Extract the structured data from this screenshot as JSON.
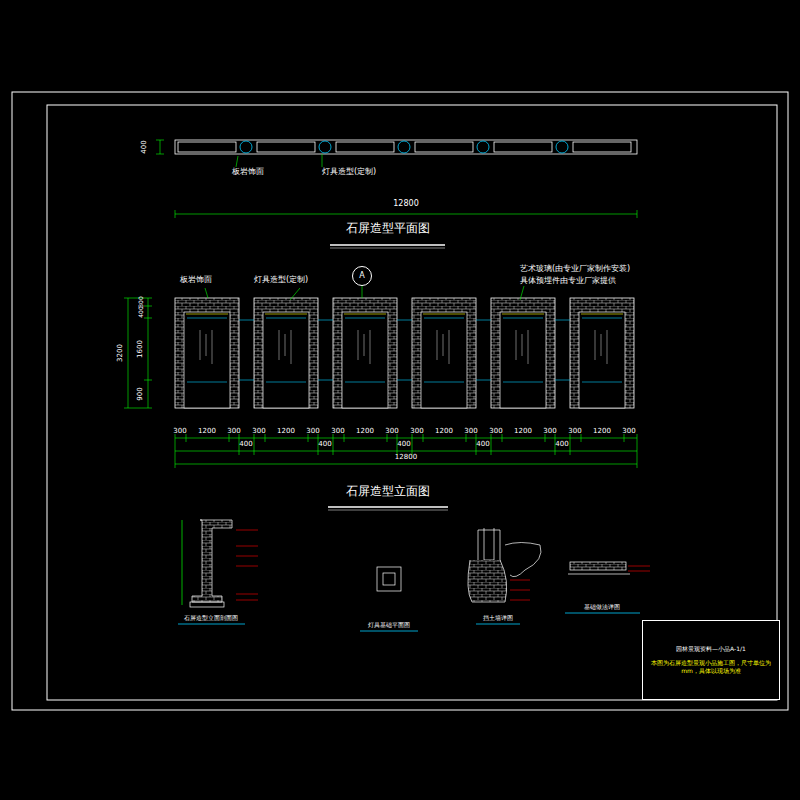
{
  "diagram": {
    "title": "石屏造型立面图",
    "nodes": [
      {
        "text": [
          "A"
        ]
      },
      {
        "text": [
          "园林景观资料—小品A-1/1",
          "本图为石屏造型景观小品施工图，尺寸单位为mm，具体以现场为准"
        ]
      }
    ],
    "labels": [
      "400",
      "板岩饰面",
      "灯具造型(定制)",
      "12800",
      "石屏造型平面图",
      "板岩饰面",
      "灯具造型(定制)",
      "艺术玻璃(由专业厂家制作安装)",
      "具体预埋件由专业厂家提供",
      "3200",
      "400",
      "300",
      "1600",
      "900",
      "300",
      "1200",
      "300",
      "300",
      "1200",
      "300",
      "300",
      "1200",
      "300",
      "300",
      "1200",
      "300",
      "300",
      "1200",
      "300",
      "300",
      "1200",
      "300",
      "400",
      "400",
      "400",
      "400",
      "400",
      "12800",
      "石屏造型立面剖面图",
      "灯具基础平面图",
      "挡土墙详图",
      "基础做法详图"
    ]
  }
}
